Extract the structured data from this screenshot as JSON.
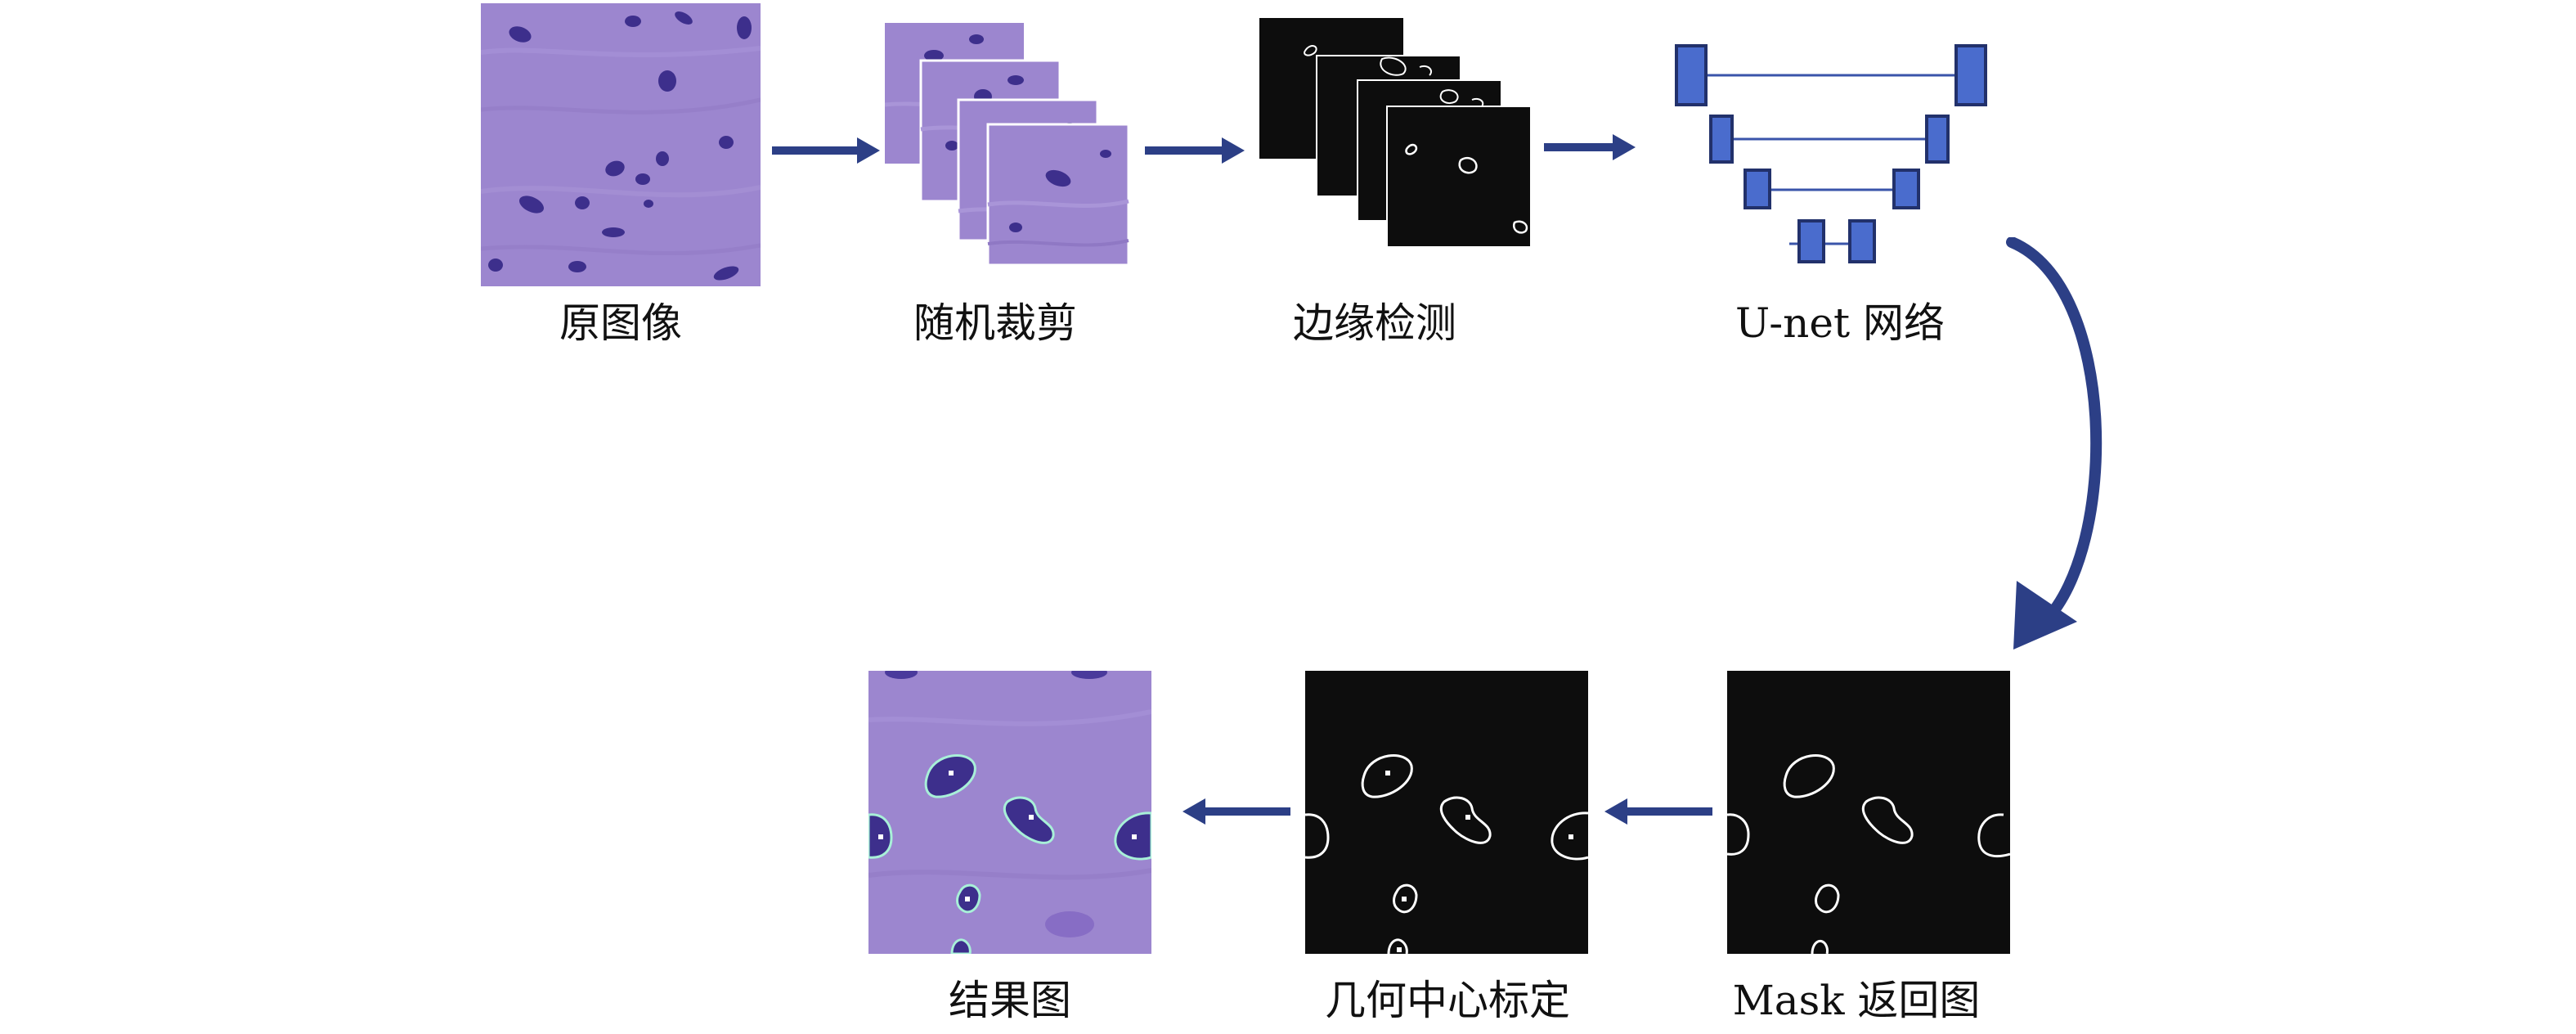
{
  "colors": {
    "tissue": "#9c86cf",
    "nucleus": "#3d2f8c",
    "edge_bg": "#0d0d0d",
    "contour": "#ffffff",
    "arrow": "#2c3f86",
    "unet_block": "#4a6ccd",
    "unet_block_border": "#22316b",
    "unet_skip": "#3a54aa",
    "result_contour": "#a8f0d8"
  },
  "steps": {
    "original": {
      "label": "原图像"
    },
    "crop": {
      "label": "随机裁剪"
    },
    "edge": {
      "label": "边缘检测"
    },
    "unet": {
      "label": "U-net 网络"
    },
    "mask": {
      "label": "Mask 返回图"
    },
    "center": {
      "label": "几何中心标定"
    },
    "result": {
      "label": "结果图"
    }
  },
  "icons": {
    "flow_arrow": "arrow-right",
    "return_arrow": "arrow-left",
    "curve_arrow": "curved-arrow-down"
  }
}
